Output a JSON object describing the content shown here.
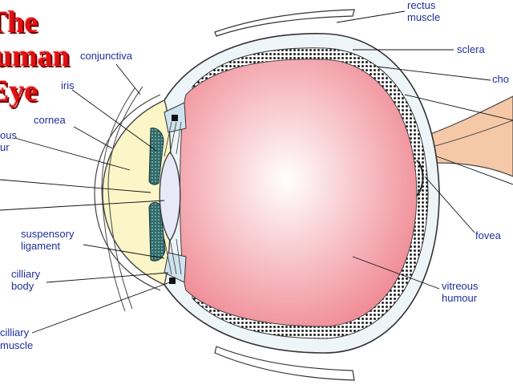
{
  "title": {
    "line1": "The",
    "line2": "uman",
    "line3": "Eye"
  },
  "labels": {
    "rectus_muscle_1": "rectus",
    "rectus_muscle_2": "muscle",
    "sclera": "sclera",
    "choroid": "cho",
    "conjunctiva": "conjunctiva",
    "iris": "iris",
    "cornea": "cornea",
    "aqueous_humour_1": "ous",
    "aqueous_humour_2": "ur",
    "suspensory_ligament_1": "suspensory",
    "suspensory_ligament_2": "ligament",
    "ciliary_body_1": "cilliary",
    "ciliary_body_2": "body",
    "ciliary_muscle_1": "cilliary",
    "ciliary_muscle_2": "muscle",
    "fovea": "fovea",
    "vitreous_humour_1": "vitreous",
    "vitreous_humour_2": "humour"
  },
  "colors": {
    "label_text": "#1f2f9a",
    "title_red": "#e01010",
    "vitreous_center": "#ffffff",
    "vitreous_edge": "#f08c96",
    "aqueous": "#fbf6c8",
    "sclera_fill": "#eef5f8",
    "choroid_dots": "#222222",
    "optic_nerve": "#f5c9a8",
    "iris": "#2f6b6a"
  }
}
